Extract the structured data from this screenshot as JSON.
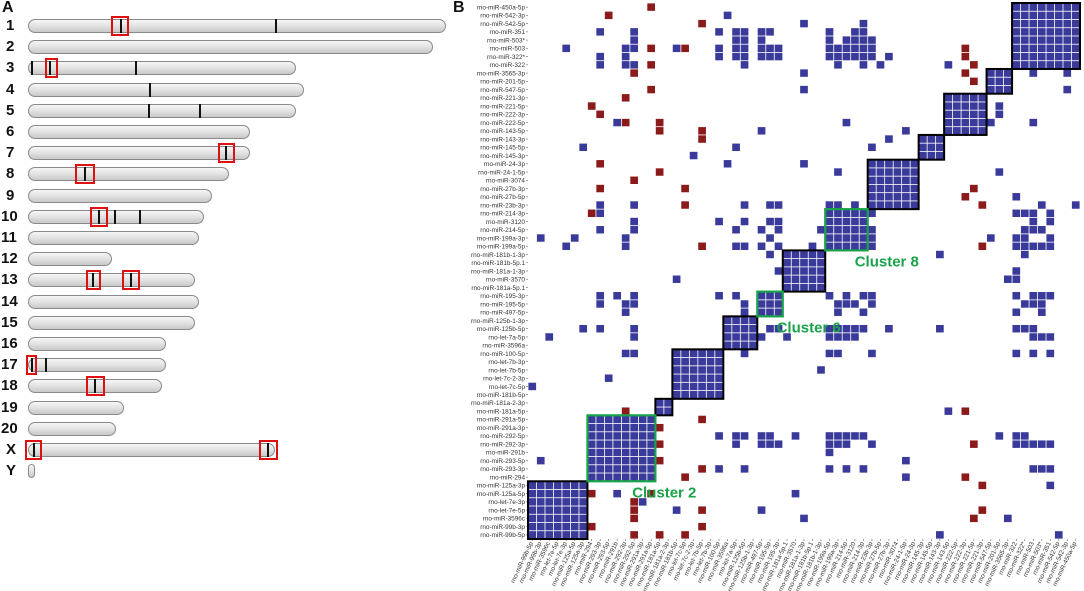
{
  "panel_a": {
    "label": "A",
    "chromosomes": [
      {
        "name": "1",
        "len": 1.0,
        "marks": [
          0.22,
          0.59
        ],
        "boxes": [
          [
            0.2,
            0.235
          ]
        ]
      },
      {
        "name": "2",
        "len": 0.97,
        "marks": [],
        "boxes": []
      },
      {
        "name": "3",
        "len": 0.64,
        "marks": [
          0.01,
          0.08,
          0.4
        ],
        "boxes": [
          [
            0.068,
            0.1
          ]
        ]
      },
      {
        "name": "4",
        "len": 0.66,
        "marks": [
          0.44
        ],
        "boxes": []
      },
      {
        "name": "5",
        "len": 0.64,
        "marks": [
          0.45,
          0.64
        ],
        "boxes": []
      },
      {
        "name": "6",
        "len": 0.53,
        "marks": [],
        "boxes": []
      },
      {
        "name": "7",
        "len": 0.53,
        "marks": [
          0.89
        ],
        "boxes": [
          [
            0.86,
            0.92
          ]
        ]
      },
      {
        "name": "8",
        "len": 0.48,
        "marks": [
          0.28
        ],
        "boxes": [
          [
            0.24,
            0.32
          ]
        ]
      },
      {
        "name": "9",
        "len": 0.44,
        "marks": [],
        "boxes": []
      },
      {
        "name": "10",
        "len": 0.42,
        "marks": [
          0.4,
          0.49,
          0.63
        ],
        "boxes": [
          [
            0.36,
            0.44
          ]
        ]
      },
      {
        "name": "11",
        "len": 0.41,
        "marks": [],
        "boxes": []
      },
      {
        "name": "12",
        "len": 0.2,
        "marks": [],
        "boxes": []
      },
      {
        "name": "13",
        "len": 0.4,
        "marks": [
          0.38,
          0.61
        ],
        "boxes": [
          [
            0.35,
            0.42
          ],
          [
            0.57,
            0.65
          ]
        ]
      },
      {
        "name": "14",
        "len": 0.41,
        "marks": [],
        "boxes": []
      },
      {
        "name": "15",
        "len": 0.4,
        "marks": [],
        "boxes": []
      },
      {
        "name": "16",
        "len": 0.33,
        "marks": [],
        "boxes": []
      },
      {
        "name": "17",
        "len": 0.33,
        "marks": [
          0.02,
          0.12
        ],
        "boxes": [
          [
            -0.01,
            0.04
          ]
        ]
      },
      {
        "name": "18",
        "len": 0.32,
        "marks": [
          0.49
        ],
        "boxes": [
          [
            0.44,
            0.55
          ]
        ]
      },
      {
        "name": "19",
        "len": 0.23,
        "marks": [],
        "boxes": []
      },
      {
        "name": "20",
        "len": 0.21,
        "marks": [],
        "boxes": []
      },
      {
        "name": "X",
        "len": 0.59,
        "marks": [
          0.02,
          0.97
        ],
        "boxes": [
          [
            -0.01,
            0.045
          ],
          [
            0.94,
            1.0
          ]
        ]
      },
      {
        "name": "Y",
        "len": 0.015,
        "marks": [],
        "boxes": []
      }
    ]
  },
  "panel_b": {
    "label": "B",
    "colors": {
      "blue": "#3a3a9a",
      "red": "#8b1a1a",
      "black": "#000000",
      "green": "#1aa34a"
    },
    "mirnas": [
      "rno-miR-450a-5p",
      "rno-miR-542-3p",
      "rno-miR-542-5p",
      "rno-miR-351",
      "rno-miR-503*",
      "rno-miR-503",
      "rno-miR-322*",
      "rno-miR-322",
      "rno-miR-3565-3p",
      "rno-miR-201-5p",
      "rno-miR-547-5p",
      "rno-miR-221-3p",
      "rno-miR-221-5p",
      "rno-miR-222-3p",
      "rno-miR-222-5p",
      "rno-miR-143-5p",
      "rno-miR-143-3p",
      "rno-miR-145-5p",
      "rno-miR-145-3p",
      "rno-miR-24-3p",
      "rno-miR-24-1-5p",
      "rno-miR-3074",
      "rno-miR-27b-3p",
      "rno-miR-27b-5p",
      "rno-miR-23b-3p",
      "rno-miR-214-3p",
      "rno-miR-3120",
      "rno-miR-214-5p",
      "rno-miR-199a-3p",
      "rno-miR-199a-5p",
      "rno-miR-181b-1-3p",
      "rno-miR-181b-5p.1",
      "rno-miR-181a-1-3p",
      "rno-miR-3570",
      "rno-miR-181a-5p.1",
      "rno-miR-195-3p",
      "rno-miR-195-5p",
      "rno-miR-497-5p",
      "rno-miR-125b-1-3p",
      "rno-miR-125b-5p",
      "rno-let-7a-5p",
      "rno-miR-3596a",
      "rno-miR-100-5p",
      "rno-let-7b-3p",
      "rno-let-7b-5p",
      "rno-let-7c-2-3p",
      "rno-let-7c-5p",
      "rno-miR-181b-5p",
      "rno-miR-181a-2-3p",
      "rno-miR-181a-5p",
      "rno-miR-291a-5p",
      "rno-miR-291a-3p",
      "rno-miR-292-5p",
      "rno-miR-292-3p",
      "rno-miR-291b",
      "rno-miR-293-5p",
      "rno-miR-293-3p",
      "rno-miR-294",
      "rno-miR-125a-3p",
      "rno-miR-125a-5p",
      "rno-let-7e-3p",
      "rno-let-7e-5p",
      "rno-miR-3596c",
      "rno-miR-99b-3p",
      "rno-miR-99b-5p"
    ],
    "black_clusters": [
      [
        0,
        7
      ],
      [
        8,
        10
      ],
      [
        11,
        15
      ],
      [
        16,
        18
      ],
      [
        19,
        24
      ],
      [
        30,
        34
      ],
      [
        38,
        41
      ],
      [
        42,
        47
      ],
      [
        48,
        49
      ],
      [
        58,
        64
      ]
    ],
    "green_clusters": [
      {
        "start": 50,
        "end": 57,
        "label": "Cluster 2"
      },
      {
        "start": 35,
        "end": 37,
        "label": "Cluster 6"
      },
      {
        "start": 25,
        "end": 29,
        "label": "Cluster 8"
      }
    ]
  }
}
